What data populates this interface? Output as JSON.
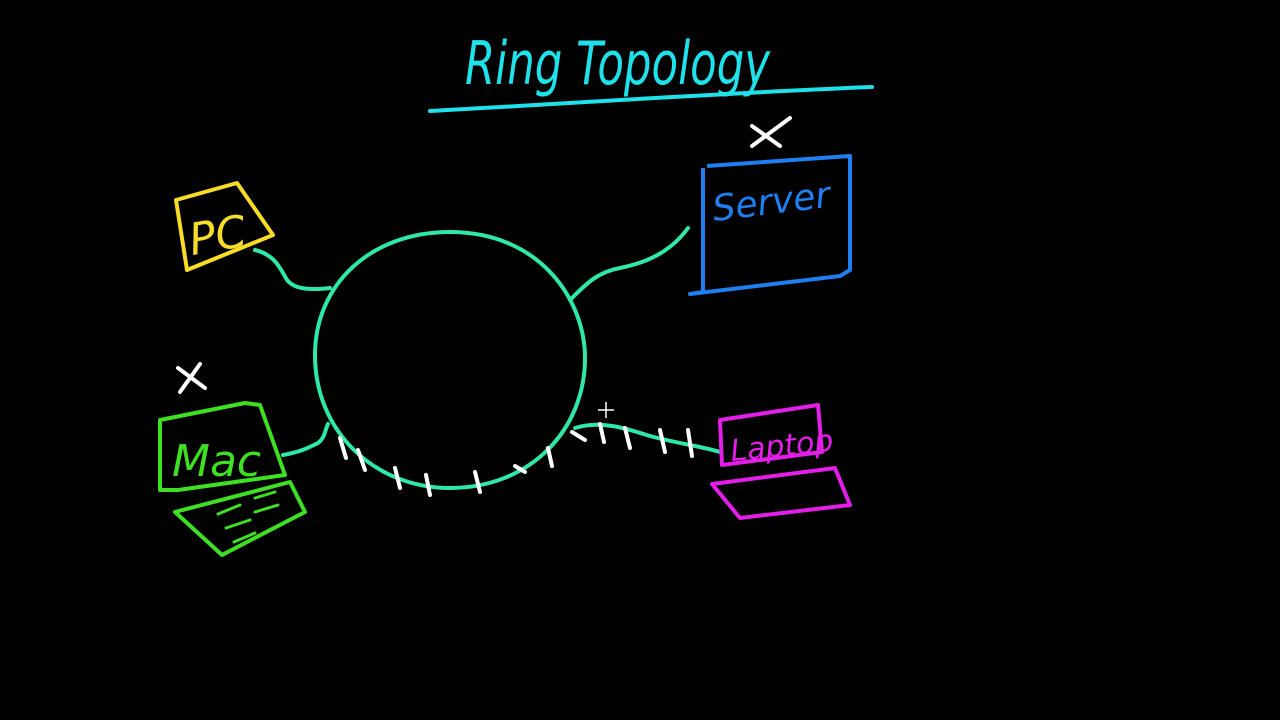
{
  "title": "Ring Topology",
  "nodes": {
    "pc": "PC",
    "server": "Server",
    "mac": "Mac",
    "laptop": "Laptop"
  },
  "failed_marks": [
    "server",
    "mac"
  ],
  "colors": {
    "background": "#000000",
    "title": "#1fe1ea",
    "ring": "#2fe8a7",
    "pc": "#f7dc2a",
    "server": "#1f7ef0",
    "mac": "#3fe024",
    "laptop": "#e21ee8",
    "marks": "#ffffff"
  }
}
